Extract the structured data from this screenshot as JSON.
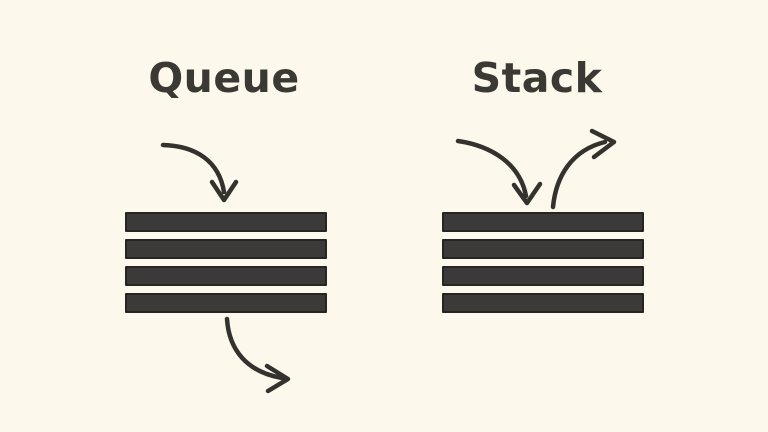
{
  "colors": {
    "background": "#fdf8ec",
    "ink": "#3a3933",
    "bar_fill": "#3b3a38",
    "bar_border": "#262522",
    "arrow": "#33322f"
  },
  "queue": {
    "title": "Queue",
    "bar_count": 4,
    "in_arrow_icon": "curved-arrow-down-into-top-icon",
    "out_arrow_icon": "curved-arrow-out-of-bottom-icon"
  },
  "stack": {
    "title": "Stack",
    "bar_count": 4,
    "in_arrow_icon": "curved-arrow-down-into-top-icon",
    "out_arrow_icon": "curved-arrow-up-out-of-top-icon"
  }
}
